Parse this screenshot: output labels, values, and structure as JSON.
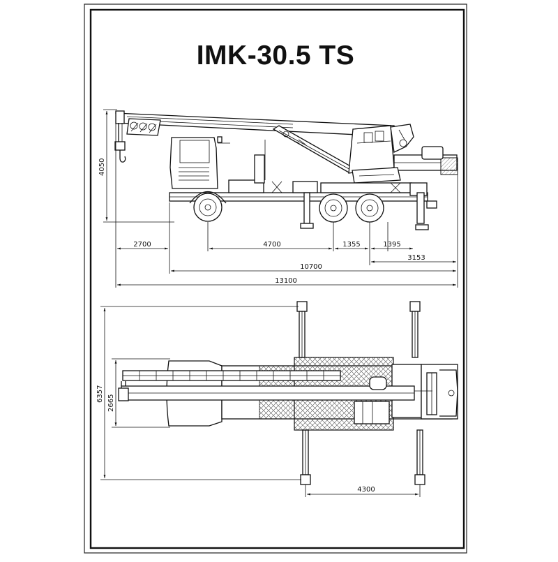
{
  "title": "IMK-30.5 TS",
  "side_view": {
    "height_label": "4050",
    "dims": {
      "front_overhang": "2700",
      "wheelbase": "4700",
      "axle_spacing_1": "1355",
      "axle_spacing_2": "1395",
      "rear_outrigger": "3153",
      "chassis_length": "10700",
      "overall_length": "13100"
    }
  },
  "top_view": {
    "outrigger_width": "6357",
    "vehicle_width": "2665",
    "outrigger_spacing": "4300"
  }
}
